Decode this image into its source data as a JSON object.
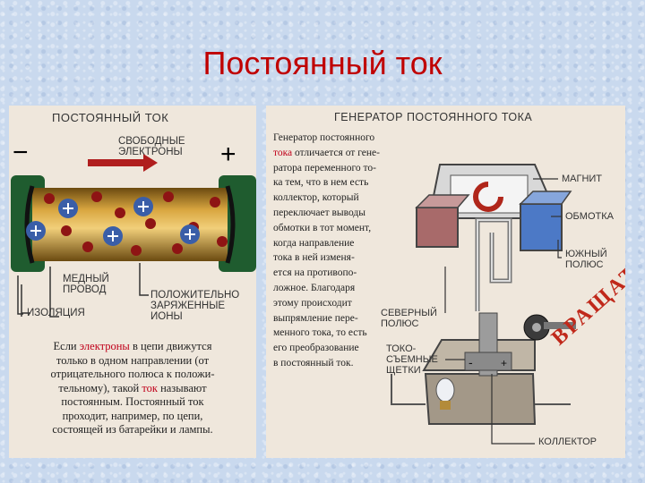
{
  "slide": {
    "title": "Постоянный ток",
    "accent": "#c00000"
  },
  "left_panel": {
    "heading": "ПОСТОЯННЫЙ ТОК",
    "minus_sign": "−",
    "plus_sign": "+",
    "free_electrons_1": "СВОБОДНЫЕ",
    "free_electrons_2": "ЭЛЕКТРОНЫ",
    "copper_wire_1": "МЕДНЫЙ",
    "copper_wire_2": "ПРОВОД",
    "positive_ions_1": "ПОЛОЖИТЕЛЬНО",
    "positive_ions_2": "ЗАРЯЖЕННЫЕ",
    "positive_ions_3": "ИОНЫ",
    "insulation": "ИЗОЛЯЦИЯ",
    "paragraph": {
      "l1_a": "Если ",
      "l1_red": "электроны",
      "l1_b": " в цепи движутся",
      "l2": "только в одном направлении (от",
      "l3": "отрицательного полюса к положи-",
      "l4_a": "тельному), такой ",
      "l4_red": "ток",
      "l4_b": " называют",
      "l5": "постоянным. Постоянный ток",
      "l6": "проходит, например, по цепи,",
      "l7": "состоящей из батарейки и лампы."
    }
  },
  "right_panel": {
    "heading": "ГЕНЕРАТОР ПОСТОЯННОГО ТОКА",
    "text_lines": [
      "Генератор постоянного",
      "",
      "ратора переменного то-",
      "ка тем, что в нем есть",
      "коллектор, который",
      "переключает выводы",
      "обмотки в тот момент,",
      "когда направление",
      "тока в ней изменя-",
      "ется на противопо-",
      "ложное. Благодаря",
      "этому происходит",
      "выпрямление пере-",
      "менного тока, то есть",
      "его преобразование",
      "в постоянный ток."
    ],
    "line2_red": "тока",
    "line2_rest": " отличается от гене-",
    "magnet": "МАГНИТ",
    "winding": "ОБМОТКА",
    "south_1": "ЮЖНЫЙ",
    "south_2": "ПОЛЮС",
    "north_1": "СЕВЕРНЫЙ",
    "north_2": "ПОЛЮС",
    "brushes_1": "ТОКО-",
    "brushes_2": "СЪЕМНЫЕ",
    "brushes_3": "ЩЕТКИ",
    "commutator": "КОЛЛЕКТОР",
    "rotate": "ВРАЩАТЬ"
  }
}
